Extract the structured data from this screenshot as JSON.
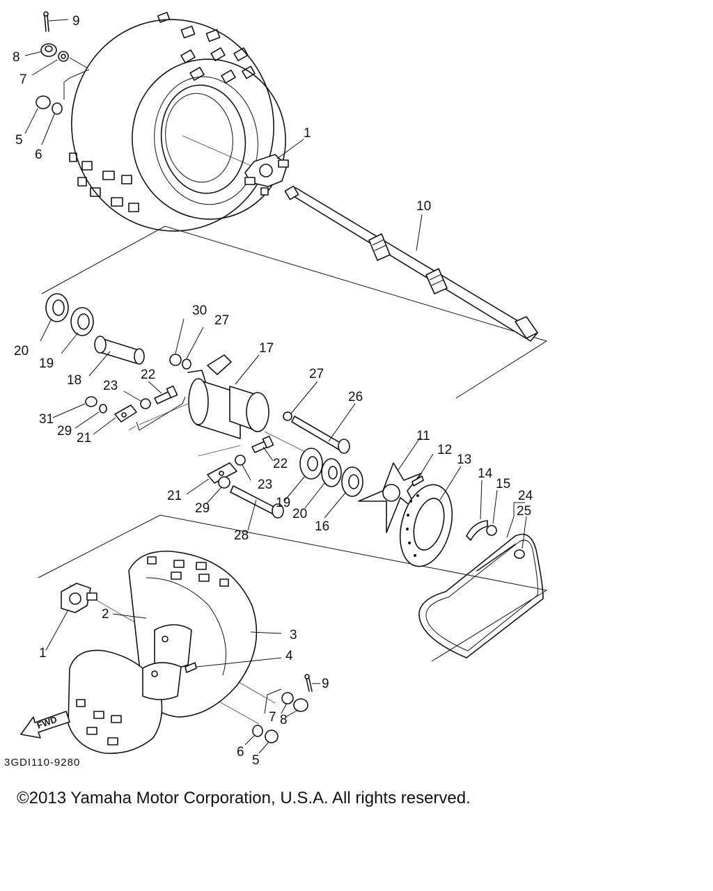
{
  "diagram": {
    "drawing_code": "3GDI110-9280",
    "forward_label": "FWD",
    "callouts": [
      {
        "id": "c9a",
        "label": "9"
      },
      {
        "id": "c8a",
        "label": "8"
      },
      {
        "id": "c7a",
        "label": "7"
      },
      {
        "id": "c5a",
        "label": "5"
      },
      {
        "id": "c6a",
        "label": "6"
      },
      {
        "id": "c1a",
        "label": "1"
      },
      {
        "id": "c10",
        "label": "10"
      },
      {
        "id": "c20a",
        "label": "20"
      },
      {
        "id": "c19a",
        "label": "19"
      },
      {
        "id": "c18",
        "label": "18"
      },
      {
        "id": "c30",
        "label": "30"
      },
      {
        "id": "c27a",
        "label": "27"
      },
      {
        "id": "c17",
        "label": "17"
      },
      {
        "id": "c22a",
        "label": "22"
      },
      {
        "id": "c23a",
        "label": "23"
      },
      {
        "id": "c31",
        "label": "31"
      },
      {
        "id": "c29a",
        "label": "29"
      },
      {
        "id": "c21a",
        "label": "21"
      },
      {
        "id": "c27b",
        "label": "27"
      },
      {
        "id": "c26",
        "label": "26"
      },
      {
        "id": "c11",
        "label": "11"
      },
      {
        "id": "c12",
        "label": "12"
      },
      {
        "id": "c13",
        "label": "13"
      },
      {
        "id": "c14",
        "label": "14"
      },
      {
        "id": "c15",
        "label": "15"
      },
      {
        "id": "c24",
        "label": "24"
      },
      {
        "id": "c25",
        "label": "25"
      },
      {
        "id": "c22b",
        "label": "22"
      },
      {
        "id": "c23b",
        "label": "23"
      },
      {
        "id": "c21b",
        "label": "21"
      },
      {
        "id": "c29b",
        "label": "29"
      },
      {
        "id": "c19b",
        "label": "19"
      },
      {
        "id": "c20b",
        "label": "20"
      },
      {
        "id": "c16",
        "label": "16"
      },
      {
        "id": "c28",
        "label": "28"
      },
      {
        "id": "c2",
        "label": "2"
      },
      {
        "id": "c3",
        "label": "3"
      },
      {
        "id": "c1b",
        "label": "1"
      },
      {
        "id": "c4",
        "label": "4"
      },
      {
        "id": "c9b",
        "label": "9"
      },
      {
        "id": "c7b",
        "label": "7"
      },
      {
        "id": "c8b",
        "label": "8"
      },
      {
        "id": "c6b",
        "label": "6"
      },
      {
        "id": "c5b",
        "label": "5"
      }
    ]
  },
  "footer": {
    "copyright": "©2013 Yamaha Motor Corporation, U.S.A. All rights reserved."
  }
}
